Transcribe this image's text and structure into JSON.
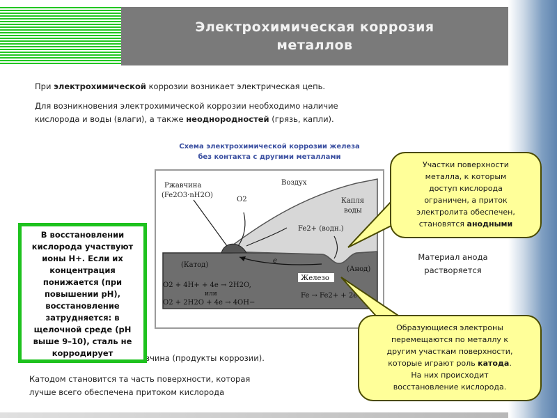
{
  "header": {
    "title_line1": "Электрохимическая коррозия",
    "title_line2": "металлов"
  },
  "paragraphs": {
    "p1_pre": "При ",
    "p1_bold": "электрохимической",
    "p1_post": " коррозии возникает электрическая цепь.",
    "p2_line1": "Для возникновения электрохимической коррозии необходимо наличие",
    "p2_line2_pre": "кислорода и воды (влаги), а также ",
    "p2_line2_bold": "неоднородностей",
    "p2_line2_post": " (грязь, капли).",
    "p3_partial": "д                                 ржавчина (продукты коррозии).",
    "p4_line1": "Катодом становится та часть поверхности, которая",
    "p4_line2": "лучше всего обеспечена притоком кислорода"
  },
  "caption": {
    "line1": "Схема электрохимической коррозии железа",
    "line2": "без контакта с другими металлами"
  },
  "diagram": {
    "rust_label_1": "Ржавчина",
    "rust_label_2": "(Fe2O3·nH2O)",
    "o2_label": "O2",
    "air_label": "Воздух",
    "drop_label_1": "Капля",
    "drop_label_2": "воды",
    "fe_ion_label": "Fe2+ (водн.)",
    "electron_label": "e",
    "cathode_label": "(Катод)",
    "anode_label": "(Анод)",
    "iron_label": "Железо",
    "eq1": "O2 + 4H+ + 4e → 2H2O,",
    "eq_or": "или",
    "eq2": "O2 + 2H2O + 4e → 4OH−",
    "eq3": "Fe → Fe2+ + 2e"
  },
  "callouts": {
    "top_right_l1": "Участки поверхности",
    "top_right_l2": "металла, к которым",
    "top_right_l3": "доступ кислорода",
    "top_right_l4": "ограничен, а приток",
    "top_right_l5": "электролита обеспечен,",
    "top_right_l6_pre": "становятся ",
    "top_right_l6_bold": "анодными",
    "anode_l1": "Материал анода",
    "anode_l2": "растворяется",
    "bottom_right_l1": "Образующиеся электроны",
    "bottom_right_l2": "перемещаются по металлу к",
    "bottom_right_l3": "другим участкам поверхности,",
    "bottom_right_l4_pre": "которые играют роль ",
    "bottom_right_l4_bold": "катода",
    "bottom_right_l4_post": ".",
    "bottom_right_l5": "На них происходит",
    "bottom_right_l6": "восстановление кислорода.",
    "green": "В восстановлении кислорода участвуют ионы Н+. Если их концентрация понижается (при повышении рН), восстановление затрудняется: в щелочной среде (рН выше 9–10), сталь не корродирует"
  },
  "colors": {
    "header_bg": "#7a7a7a",
    "stripe_green": "#22c622",
    "callout_yellow": "#ffff99",
    "green_border": "#1ec21e",
    "caption_blue": "#3a4fa0"
  }
}
